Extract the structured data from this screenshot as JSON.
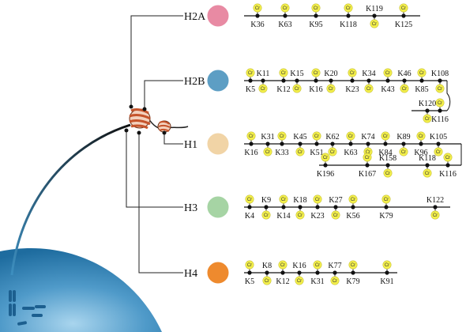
{
  "histones": [
    {
      "name": "H2A",
      "color": "#e88aa3",
      "rows": [
        {
          "sites": [
            {
              "label": "K36",
              "cr": "Cr",
              "pos": "above"
            },
            {
              "label": "K63",
              "cr": "Cr",
              "pos": "above"
            },
            {
              "label": "K95",
              "cr": "Cr",
              "pos": "above"
            },
            {
              "label": "K118",
              "cr": "Cr",
              "pos": "above"
            },
            {
              "label": "K119",
              "cr": "Cr",
              "pos": "below"
            },
            {
              "label": "K125",
              "cr": "Cr",
              "pos": "above"
            }
          ]
        }
      ]
    },
    {
      "name": "H2B",
      "color": "#5d9ec4",
      "rows": [
        {
          "sites": [
            {
              "label": "K5",
              "cr": "Cr",
              "pos": "above"
            },
            {
              "label": "K11",
              "cr": "Cr",
              "pos": "below"
            },
            {
              "label": "K12",
              "cr": "Cr",
              "pos": "above"
            },
            {
              "label": "K15",
              "cr": "Cr",
              "pos": "below"
            },
            {
              "label": "K16",
              "cr": "Cr",
              "pos": "above"
            },
            {
              "label": "K20",
              "cr": "Cr",
              "pos": "below"
            },
            {
              "label": "K23",
              "cr": "Cr",
              "pos": "above"
            },
            {
              "label": "K34",
              "cr": "Cr",
              "pos": "below"
            },
            {
              "label": "K43",
              "cr": "Cr",
              "pos": "above"
            },
            {
              "label": "K46",
              "cr": "Cr",
              "pos": "below"
            },
            {
              "label": "K85",
              "cr": "Cr",
              "pos": "above"
            },
            {
              "label": "K108",
              "cr": "Cr",
              "pos": "below"
            }
          ]
        },
        {
          "sites": [
            {
              "label": "K116",
              "cr": "Cr",
              "pos": "above"
            },
            {
              "label": "K120",
              "cr": "Cr",
              "pos": "below"
            }
          ]
        }
      ]
    },
    {
      "name": "H1",
      "color": "#f1d4a6",
      "rows": [
        {
          "sites": [
            {
              "label": "K16",
              "cr": "Cr",
              "pos": "above"
            },
            {
              "label": "K31",
              "cr": "Cr",
              "pos": "below"
            },
            {
              "label": "K33",
              "cr": "Cr",
              "pos": "above"
            },
            {
              "label": "K45",
              "cr": "Cr",
              "pos": "below"
            },
            {
              "label": "K51",
              "cr": "Cr",
              "pos": "above"
            },
            {
              "label": "K62",
              "cr": "Cr",
              "pos": "below"
            },
            {
              "label": "K63",
              "cr": "Cr",
              "pos": "above"
            },
            {
              "label": "K74",
              "cr": "Cr",
              "pos": "below"
            },
            {
              "label": "K84",
              "cr": "Cr",
              "pos": "above"
            },
            {
              "label": "K89",
              "cr": "Cr",
              "pos": "below"
            },
            {
              "label": "K96",
              "cr": "Cr",
              "pos": "above"
            },
            {
              "label": "K105",
              "cr": "Cr",
              "pos": "below"
            }
          ]
        },
        {
          "sites": [
            {
              "label": "K196",
              "cr": "Cr",
              "pos": "above"
            },
            {
              "label": "K167",
              "cr": "Cr",
              "pos": "above"
            },
            {
              "label": "K158",
              "cr": "Cr",
              "pos": "below"
            },
            {
              "label": "K118",
              "cr": "Cr",
              "pos": "below"
            },
            {
              "label": "K116",
              "cr": "Cr",
              "pos": "above"
            }
          ]
        }
      ]
    },
    {
      "name": "H3",
      "color": "#a6d4a4",
      "rows": [
        {
          "sites": [
            {
              "label": "K4",
              "cr": "Cr",
              "pos": "above"
            },
            {
              "label": "K9",
              "cr": "Cr",
              "pos": "below"
            },
            {
              "label": "K14",
              "cr": "Cr",
              "pos": "above"
            },
            {
              "label": "K18",
              "cr": "Cr",
              "pos": "below"
            },
            {
              "label": "K23",
              "cr": "Cr",
              "pos": "above"
            },
            {
              "label": "K27",
              "cr": "Cr",
              "pos": "below"
            },
            {
              "label": "K56",
              "cr": "Cr",
              "pos": "above"
            },
            {
              "label": "K79",
              "cr": "Cr",
              "pos": "above"
            },
            {
              "label": "K122",
              "cr": "Cr",
              "pos": "below"
            }
          ]
        }
      ]
    },
    {
      "name": "H4",
      "color": "#ee8a2e",
      "rows": [
        {
          "sites": [
            {
              "label": "K5",
              "cr": "Cr",
              "pos": "above"
            },
            {
              "label": "K8",
              "cr": "Cr",
              "pos": "below"
            },
            {
              "label": "K12",
              "cr": "Cr",
              "pos": "above"
            },
            {
              "label": "K16",
              "cr": "Cr",
              "pos": "below"
            },
            {
              "label": "K31",
              "cr": "Cr",
              "pos": "above"
            },
            {
              "label": "K77",
              "cr": "Cr",
              "pos": "below"
            },
            {
              "label": "K79",
              "cr": "Cr",
              "pos": "above"
            },
            {
              "label": "K91",
              "cr": "Cr",
              "pos": "above"
            }
          ]
        }
      ]
    }
  ],
  "colors": {
    "cr_fill": "#f4f04a",
    "cr_stroke": "#c8c23a",
    "nucleus": "#2f7fb4",
    "nucleosome": "#c6542b",
    "chromosome": "#2a6a9a"
  }
}
